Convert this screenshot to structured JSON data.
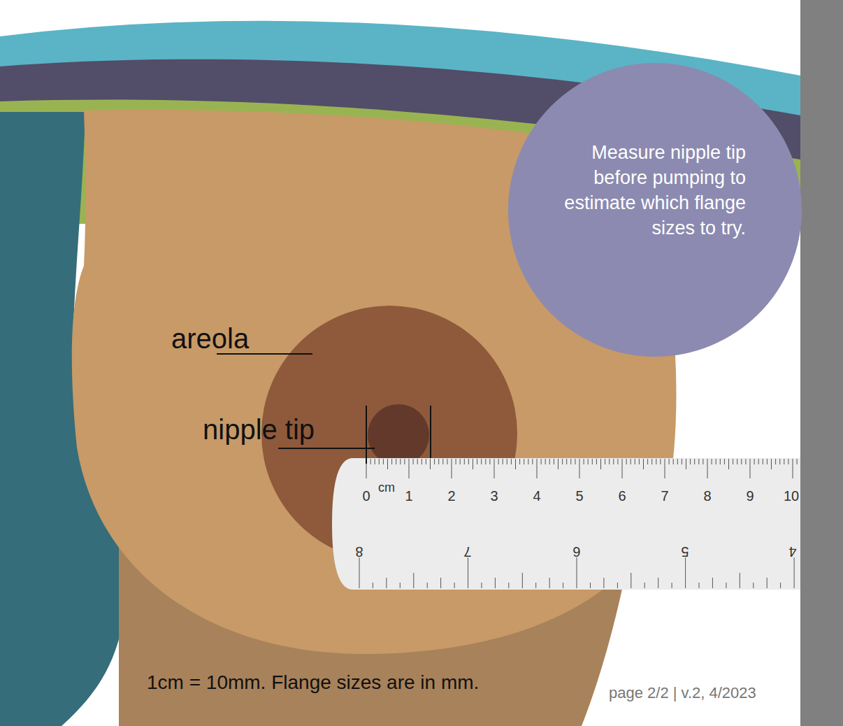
{
  "diagram": {
    "nodes": [
      {
        "text": [
          "Measure nipple tip before pumping to estimate which flange sizes to try."
        ]
      }
    ],
    "labels": [
      "areola",
      "nipple tip",
      "cm",
      "0",
      "1",
      "2",
      "3",
      "4",
      "5",
      "6",
      "7",
      "8",
      "9",
      "10",
      "8",
      "7",
      "6",
      "5",
      "4",
      "1cm = 10mm. Flange sizes are in mm.",
      "page 2/2 | v.2, 4/2023"
    ]
  }
}
